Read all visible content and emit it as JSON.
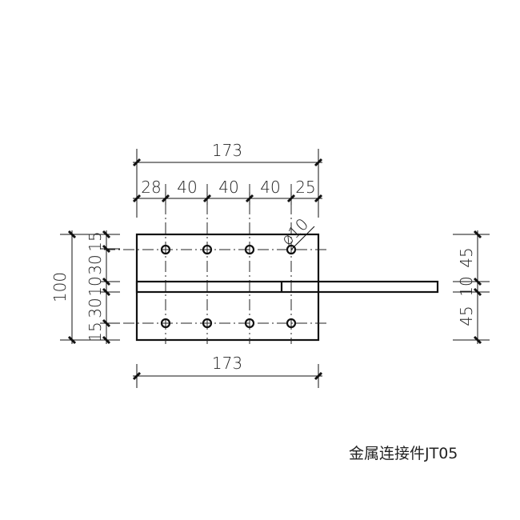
{
  "title": "金属连接件JT05",
  "dims": {
    "top_total": "173",
    "top_segments": [
      "28",
      "40",
      "40",
      "40",
      "25"
    ],
    "bottom_total": "173",
    "left_total": "100",
    "left_segments": [
      "15",
      "30",
      "10",
      "30",
      "15"
    ],
    "right_segments": [
      "45",
      "10",
      "45"
    ],
    "hole_label": "ø10"
  }
}
